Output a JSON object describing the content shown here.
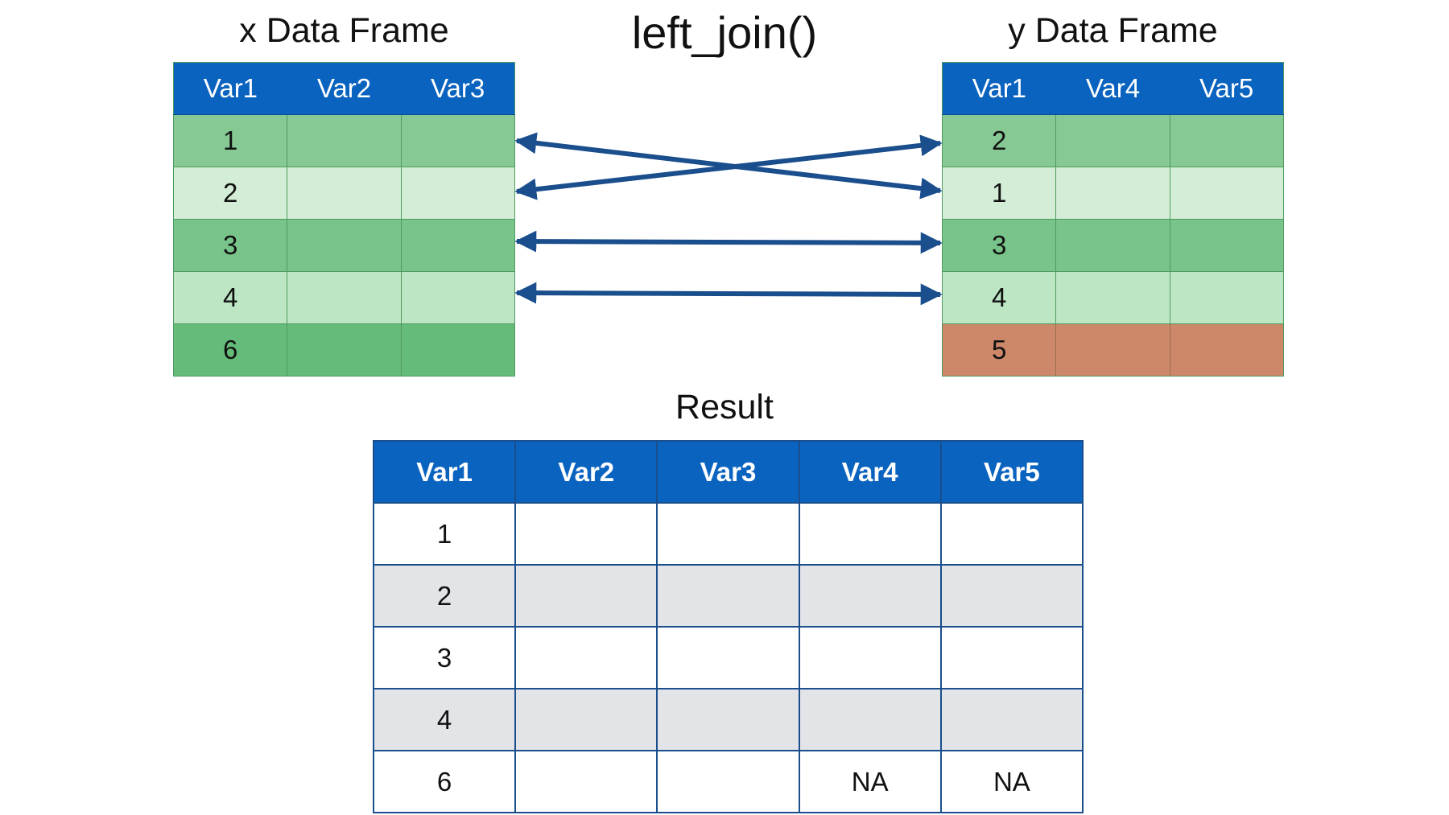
{
  "main_title": "left_join()",
  "x_frame": {
    "title": "x Data Frame",
    "columns": [
      "Var1",
      "Var2",
      "Var3"
    ],
    "rows": [
      [
        "1",
        "",
        ""
      ],
      [
        "2",
        "",
        ""
      ],
      [
        "3",
        "",
        ""
      ],
      [
        "4",
        "",
        ""
      ],
      [
        "6",
        "",
        ""
      ]
    ]
  },
  "y_frame": {
    "title": "y Data Frame",
    "columns": [
      "Var1",
      "Var4",
      "Var5"
    ],
    "rows": [
      [
        "2",
        "",
        ""
      ],
      [
        "1",
        "",
        ""
      ],
      [
        "3",
        "",
        ""
      ],
      [
        "4",
        "",
        ""
      ],
      [
        "5",
        "",
        ""
      ]
    ]
  },
  "result": {
    "title": "Result",
    "columns": [
      "Var1",
      "Var2",
      "Var3",
      "Var4",
      "Var5"
    ],
    "rows": [
      [
        "1",
        "",
        "",
        "",
        ""
      ],
      [
        "2",
        "",
        "",
        "",
        ""
      ],
      [
        "3",
        "",
        "",
        "",
        ""
      ],
      [
        "4",
        "",
        "",
        "",
        ""
      ],
      [
        "6",
        "",
        "",
        "NA",
        "NA"
      ]
    ]
  },
  "colors": {
    "header_blue": "#0a63bf",
    "arrow_blue": "#1a4e8c",
    "unmatched_row": "#cd886a"
  }
}
